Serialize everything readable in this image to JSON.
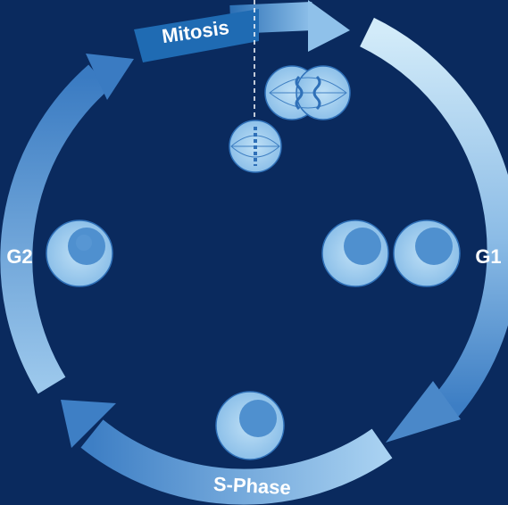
{
  "phases": {
    "mitosis": "Mitosis",
    "g1": "G1",
    "s_phase": "S-Phase",
    "g2": "G2"
  },
  "colors": {
    "background": "#0a2a5e",
    "arrow_light": "#c6e4f7",
    "arrow_mid": "#7fb3e0",
    "arrow_dark": "#3c7dc3",
    "mitosis_band": "#1f6bb3",
    "cell_outer": "#a9d2f1",
    "cell_nucleus": "#4f90cf",
    "chromosome": "#2f70b8"
  },
  "icons": [
    "cell-icon",
    "dividing-cell-icon",
    "spindle-cell-icon"
  ]
}
